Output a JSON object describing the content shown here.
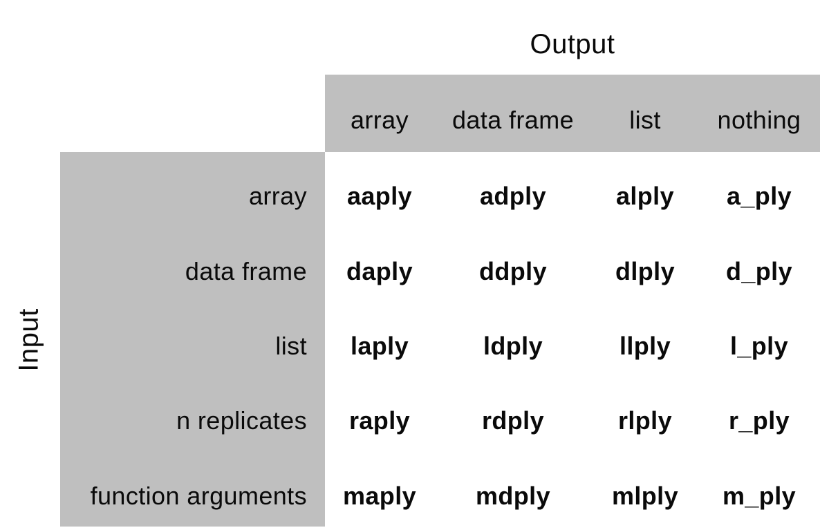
{
  "colors": {
    "band_bg": "#bfbfbf",
    "text": "#0a0a0a",
    "page_bg": "#ffffff"
  },
  "chart_data": {
    "type": "table",
    "title": "Output",
    "row_axis_label": "Input",
    "column_axis_label": "Output",
    "columns": [
      "array",
      "data frame",
      "list",
      "nothing"
    ],
    "rows": [
      {
        "label": "array",
        "values": [
          "aaply",
          "adply",
          "alply",
          "a_ply"
        ]
      },
      {
        "label": "data frame",
        "values": [
          "daply",
          "ddply",
          "dlply",
          "d_ply"
        ]
      },
      {
        "label": "list",
        "values": [
          "laply",
          "ldply",
          "llply",
          "l_ply"
        ]
      },
      {
        "label": "n replicates",
        "values": [
          "raply",
          "rdply",
          "rlply",
          "r_ply"
        ]
      },
      {
        "label": "function arguments",
        "values": [
          "maply",
          "mdply",
          "mlply",
          "m_ply"
        ]
      }
    ],
    "layout": {
      "header_band": "top",
      "label_band": "left",
      "grid": "off",
      "value_style": "bold"
    }
  }
}
